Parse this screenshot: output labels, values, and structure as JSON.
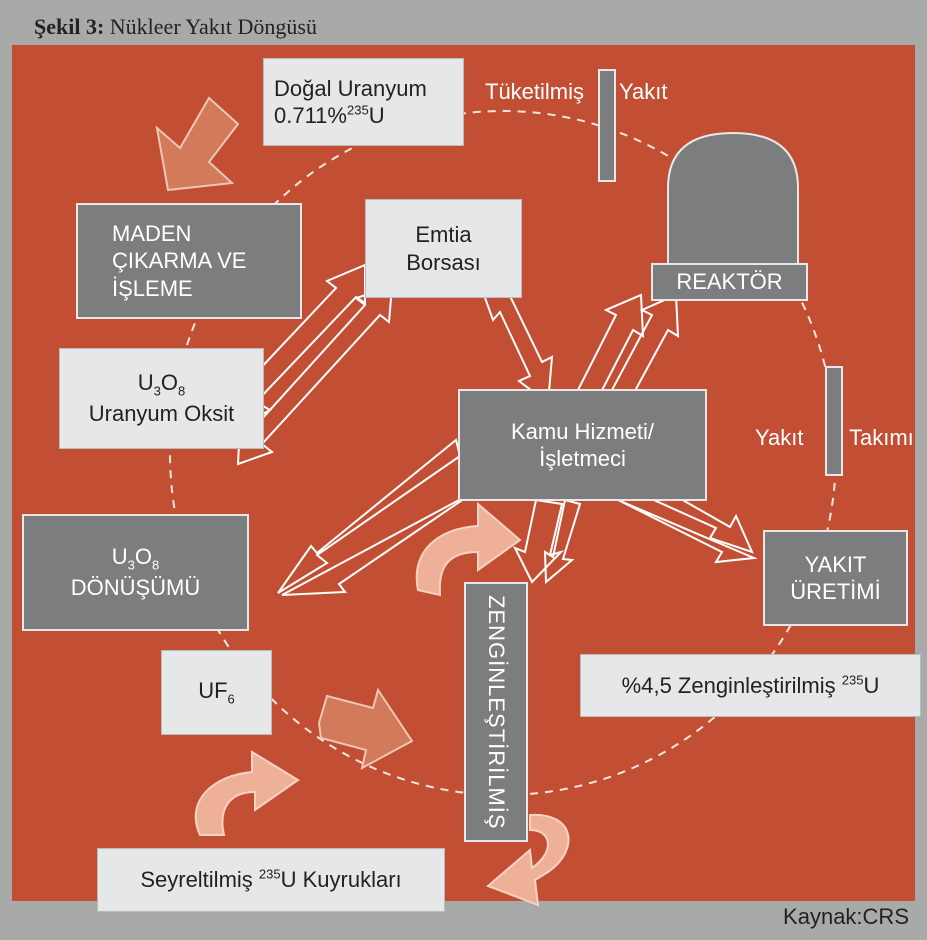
{
  "figure": {
    "title_prefix": "Şekil 3:",
    "title_text": "Nükleer Yakıt Döngüsü",
    "source": "Kaynak:CRS"
  },
  "nodes": {
    "natural_uranium": {
      "line1": "Doğal Uranyum",
      "line2_value": "0.711%",
      "line2_sup": "235",
      "line2_suffix": "U"
    },
    "mining": {
      "line1": "MADEN",
      "line2": "ÇIKARMA VE",
      "line3": "İŞLEME"
    },
    "commodity": {
      "line1": "Emtia",
      "line2": "Borsası"
    },
    "reactor": {
      "label": "REAKTÖR"
    },
    "u3o8_oxide": {
      "formula_a": "U",
      "sub_a": "3",
      "formula_b": "O",
      "sub_b": "8",
      "line2": "Uranyum Oksit"
    },
    "utility": {
      "line1": "Kamu Hizmeti/",
      "line2": "İşletmeci"
    },
    "conversion": {
      "formula_a": "U",
      "sub_a": "3",
      "formula_b": "O",
      "sub_b": "8",
      "line2": "DÖNÜŞÜMÜ"
    },
    "fuel_fab": {
      "line1": "YAKIT",
      "line2": "ÜRETİMİ"
    },
    "uf6": {
      "formula": "UF",
      "sub": "6"
    },
    "enriched_pct": {
      "prefix": "%4,5 Zenginleştirilmiş ",
      "sup": "235",
      "suffix": "U"
    },
    "enrichment": {
      "label": "ZENGİNLEŞTİRİLMİŞ"
    },
    "tails": {
      "prefix": "Seyreltilmiş ",
      "sup": "235",
      "suffix": "U Kuyrukları"
    }
  },
  "labels": {
    "spent": "Tüketilmiş",
    "spent_fuel": "Yakıt",
    "fuel": "Yakıt",
    "assembly": "Takımı"
  },
  "colors": {
    "background": "#c24f33",
    "frame": "#a8aaa9",
    "dark_box": "#7b7d7f",
    "light_box": "#e6e7e8",
    "solid_arrow": "#d27a5a",
    "cycle_arrow": "#eeb197"
  }
}
